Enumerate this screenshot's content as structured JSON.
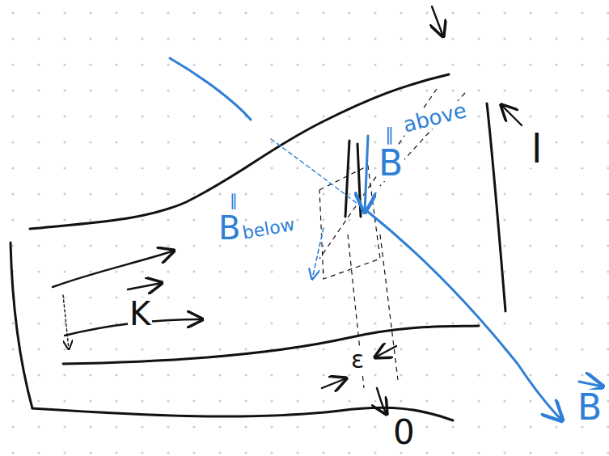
{
  "diagram": {
    "labels": [
      "B",
      "∥",
      "above",
      "l",
      "B",
      "∥",
      "below",
      "K",
      "ε",
      "0",
      "B"
    ]
  }
}
